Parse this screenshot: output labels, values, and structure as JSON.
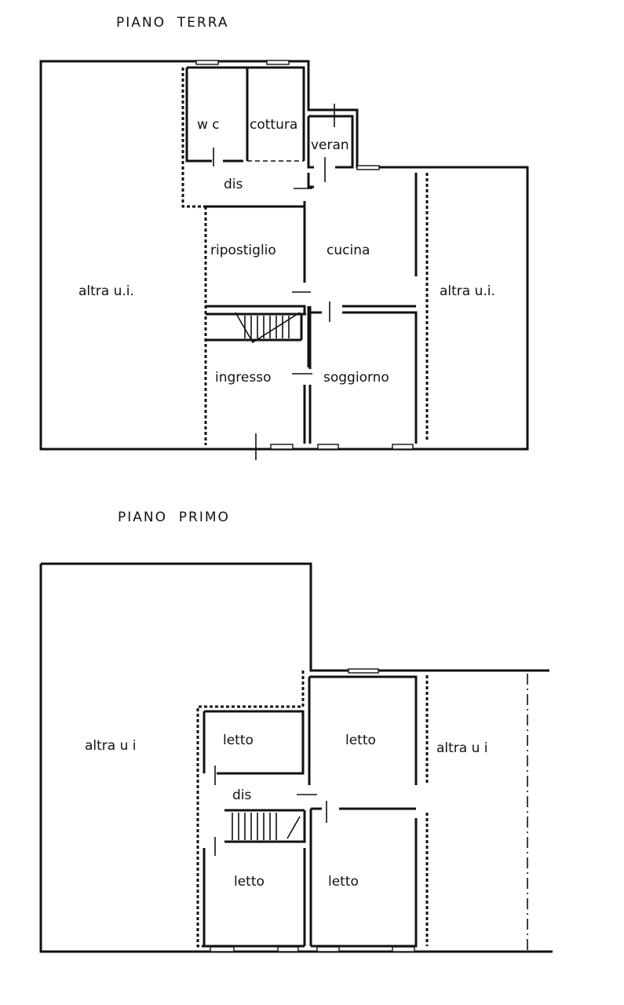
{
  "ground_floor": {
    "title": "PIANO  TERRA",
    "rooms": {
      "wc": "w c",
      "cottura": "cottura",
      "veranda": "veran",
      "dis": "dis",
      "ripostiglio": "ripostiglio",
      "cucina": "cucina",
      "ingresso": "ingresso",
      "soggiorno": "soggiorno",
      "altra_left": "altra u.i.",
      "altra_right": "altra u.i."
    }
  },
  "first_floor": {
    "title": "PIANO  PRIMO",
    "rooms": {
      "letto_top_left": "letto",
      "letto_top_right": "letto",
      "dis": "dis",
      "letto_bottom_left": "letto",
      "letto_bottom_right": "letto",
      "altra_left": "altra u i",
      "altra_right": "altra u i"
    }
  }
}
